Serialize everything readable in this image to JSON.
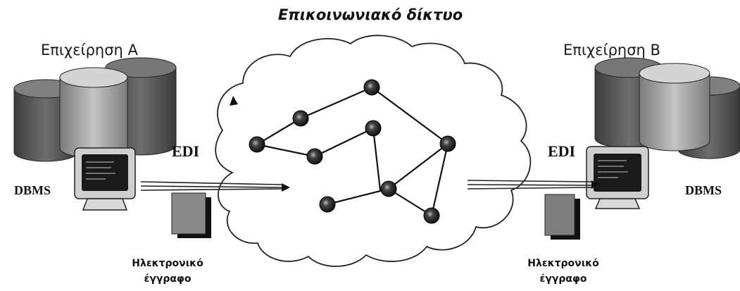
{
  "title": "Επικοινωνιακό δίκτυο",
  "company_a": {
    "name": "Επιχείρηση Α",
    "protocol": "EDI",
    "system": "DBMS",
    "document": [
      "Ηλεκτρονικό",
      "έγγραφο"
    ]
  },
  "company_b": {
    "name": "Επιχείρηση Β",
    "protocol": "EDI",
    "system": "DBMS",
    "document": [
      "Ηλεκτρονικό",
      "έγγραφο"
    ]
  },
  "colors": {
    "ink": "#111111",
    "cylinder_dark": "#5a5a5a",
    "cylinder_light": "#9a9a9a",
    "node": "#222222"
  }
}
